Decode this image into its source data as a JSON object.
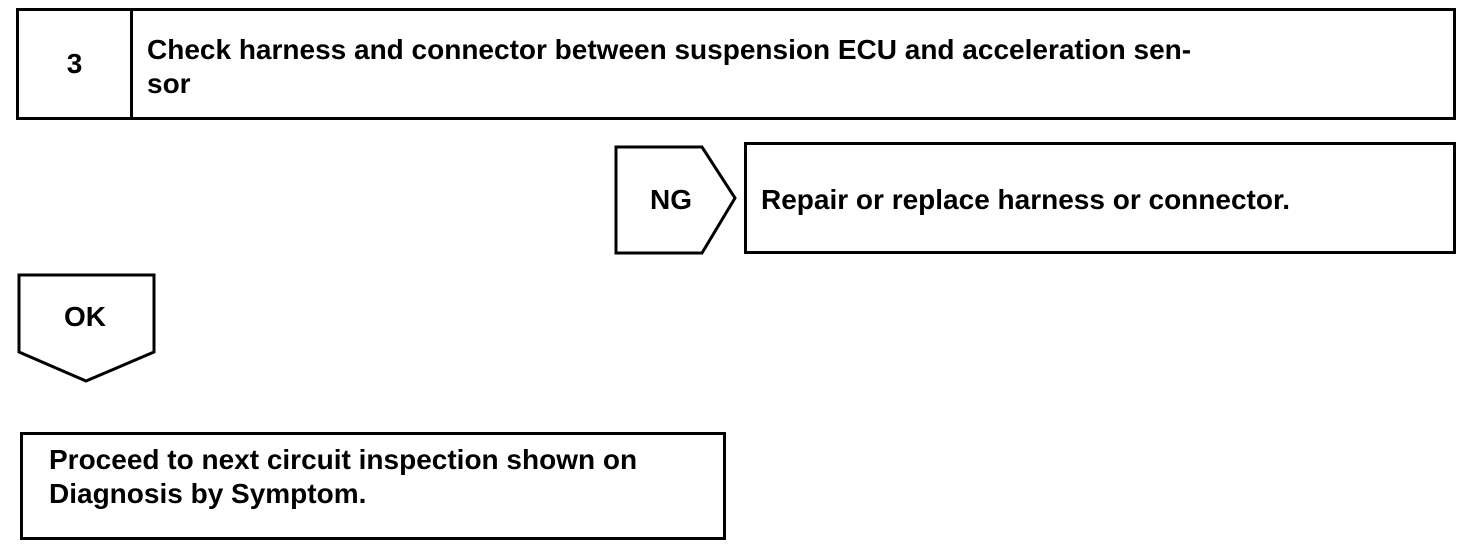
{
  "step": {
    "number": "3",
    "title": "Check harness and connector between suspension ECU and acceleration sen-\nsor"
  },
  "ng_branch": {
    "label": "NG",
    "action": "Repair or replace harness or connector."
  },
  "ok_branch": {
    "label": "OK",
    "action": "Proceed to next circuit inspection shown on\nDiagnosis by Symptom."
  }
}
